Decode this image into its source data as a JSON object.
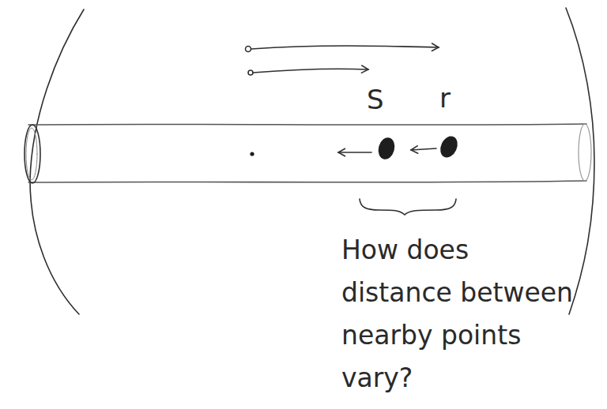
{
  "diagram": {
    "labels": [
      "S",
      "r",
      "How does distance between nearby points vary?"
    ]
  }
}
